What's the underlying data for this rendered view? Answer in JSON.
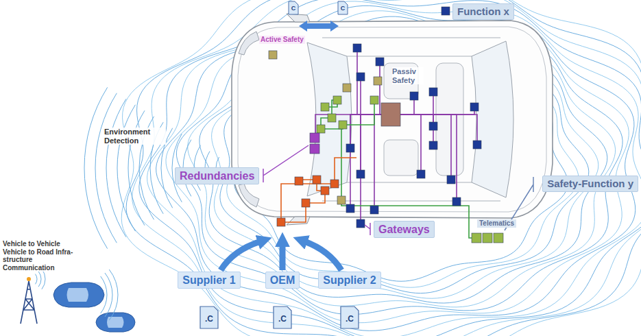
{
  "diagram": {
    "nodes": [
      {
        "text": [
          "Function x"
        ]
      },
      {
        "text": [
          "Redundancies"
        ]
      },
      {
        "text": [
          "Safety-Function y"
        ]
      },
      {
        "text": [
          "Gateways"
        ]
      },
      {
        "text": [
          "Supplier 1"
        ]
      },
      {
        "text": [
          "OEM"
        ]
      },
      {
        "text": [
          "Supplier 2"
        ]
      }
    ],
    "labels": [
      "C",
      "C",
      "Active Safety",
      "Passiv Safety",
      "Environment Detection",
      "Telematics",
      "Vehicle to Vehicle Vehicle to Road Infra-structure Communication",
      ".C",
      ".C",
      ".C"
    ]
  }
}
